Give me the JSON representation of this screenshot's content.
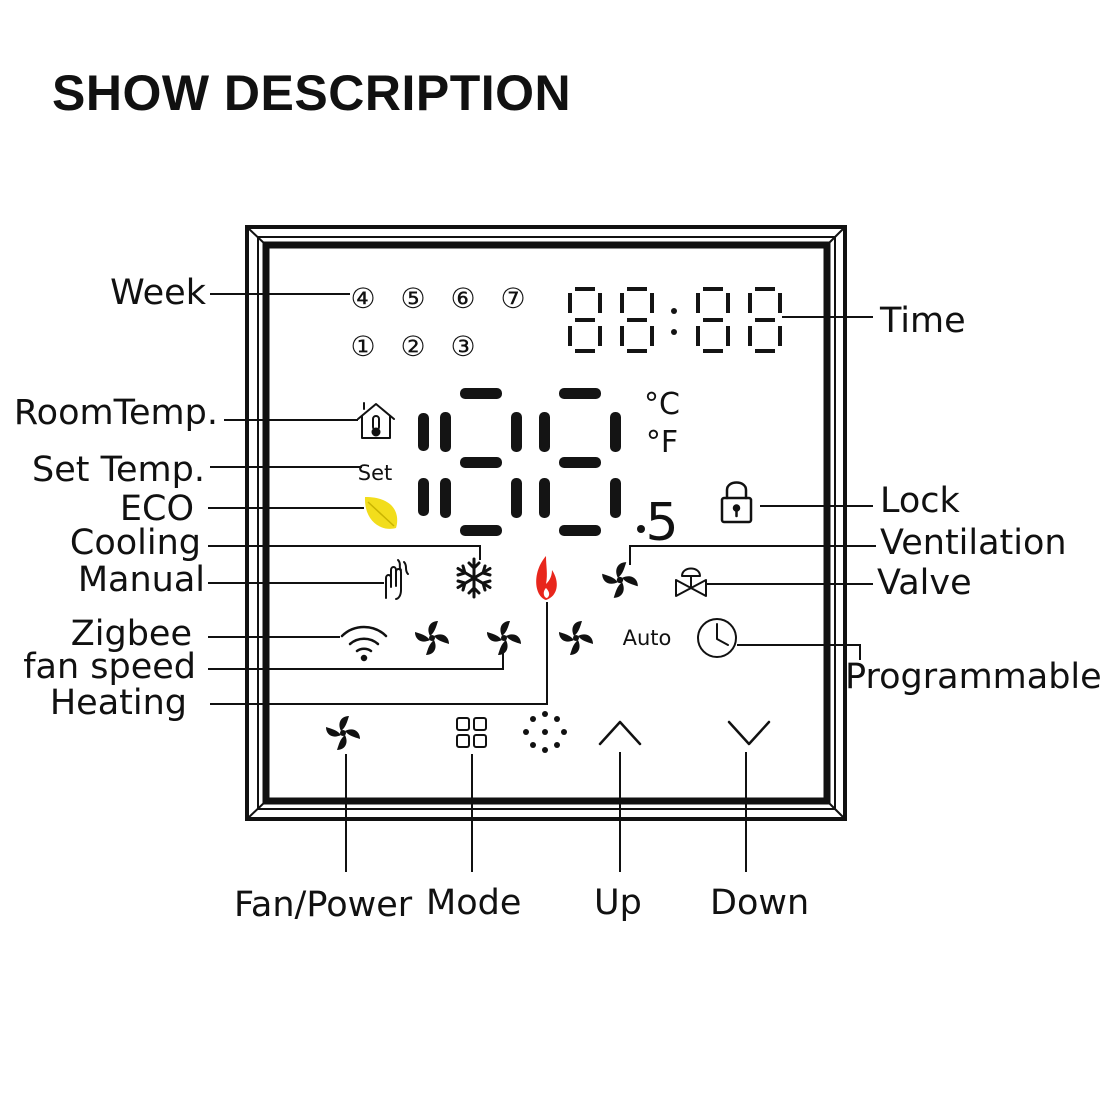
{
  "heading": "SHOW DESCRIPTION",
  "display": {
    "week_top": [
      "④",
      "⑤",
      "⑥",
      "⑦"
    ],
    "week_bottom": [
      "①",
      "②",
      "③"
    ],
    "unit_c": "°C",
    "unit_f": "°F",
    "set_text": "Set",
    "auto_text": "Auto",
    "decimal_digit": "5"
  },
  "callouts": {
    "week": "Week",
    "room_temp": "RoomTemp.",
    "set_temp": "Set Temp.",
    "eco": "ECO",
    "cooling": "Cooling",
    "manual": "Manual",
    "zigbee": "Zigbee",
    "fan_speed": "fan speed",
    "heating": "Heating",
    "time": "Time",
    "lock": "Lock",
    "ventilation": "Ventilation",
    "valve": "Valve",
    "programmable": "Programmable",
    "fan_power": "Fan/Power",
    "mode": "Mode",
    "up": "Up",
    "down": "Down"
  },
  "colors": {
    "eco_leaf": "#f2dd1c",
    "heating_flame": "#e8261c",
    "segments": "#141414"
  },
  "icons": [
    "house-thermometer-icon",
    "leaf-icon",
    "hand-icon",
    "snowflake-icon",
    "flame-icon",
    "fan-icon",
    "valve-icon",
    "lock-icon",
    "wifi-icon",
    "clock-icon",
    "mode-grid-icon",
    "dots-icon",
    "chevron-up-icon",
    "chevron-down-icon"
  ]
}
